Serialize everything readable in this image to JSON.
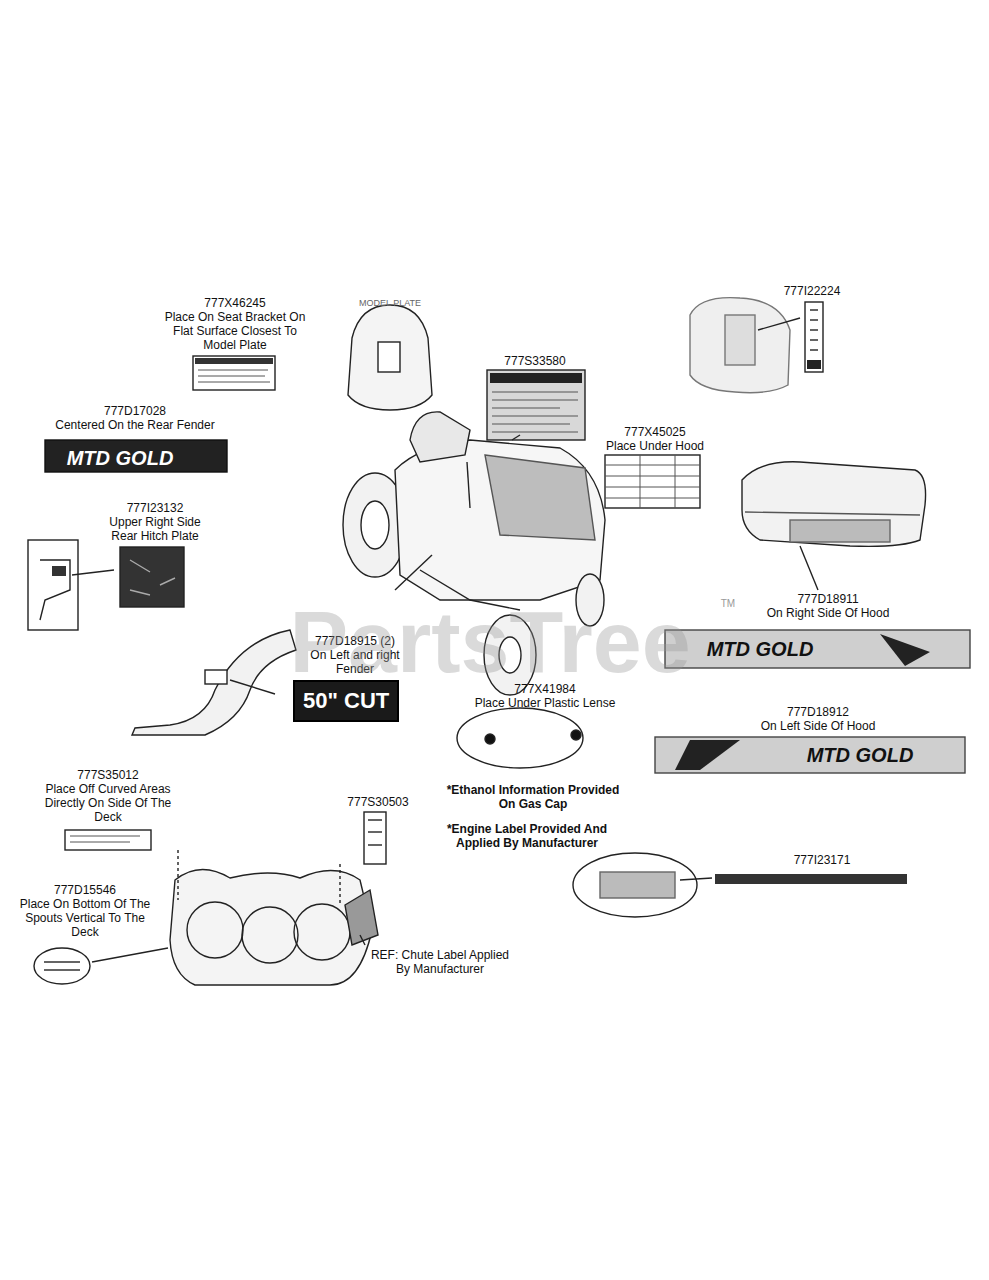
{
  "diagram": {
    "nodes": [
      {
        "text": [
          "50\" CUT"
        ]
      }
    ],
    "edges": [],
    "labels": [
      "777X46245",
      "Place On Seat Bracket On Flat Surface Closest To Model Plate",
      "MODEL PLATE",
      "777S33580",
      "777I22224",
      "777D17028",
      "Centered On the Rear Fender",
      "777X45025",
      "Place Under Hood",
      "777I23132",
      "Upper Right Side Rear Hitch Plate",
      "777D18911",
      "On Right Side Of Hood",
      "777D18915 (2)",
      "On Left and right Fender",
      "777X41984",
      "Place Under Plastic Lense",
      "777D18912",
      "On Left Side Of Hood",
      "777S35012",
      "Place Off Curved Areas Directly On Side Of The Deck",
      "777S30503",
      "*Ethanol Information Provided On Gas Cap",
      "*Engine Label Provided And Applied By Manufacturer",
      "777I23171",
      "777D15546",
      "Place On Bottom Of The Spouts Vertical To The Deck",
      "REF: Chute Label Applied By Manufacturer",
      "MTD GOLD",
      "MTD GOLD",
      "MTD GOLD",
      "PartsTree",
      "TM"
    ]
  }
}
